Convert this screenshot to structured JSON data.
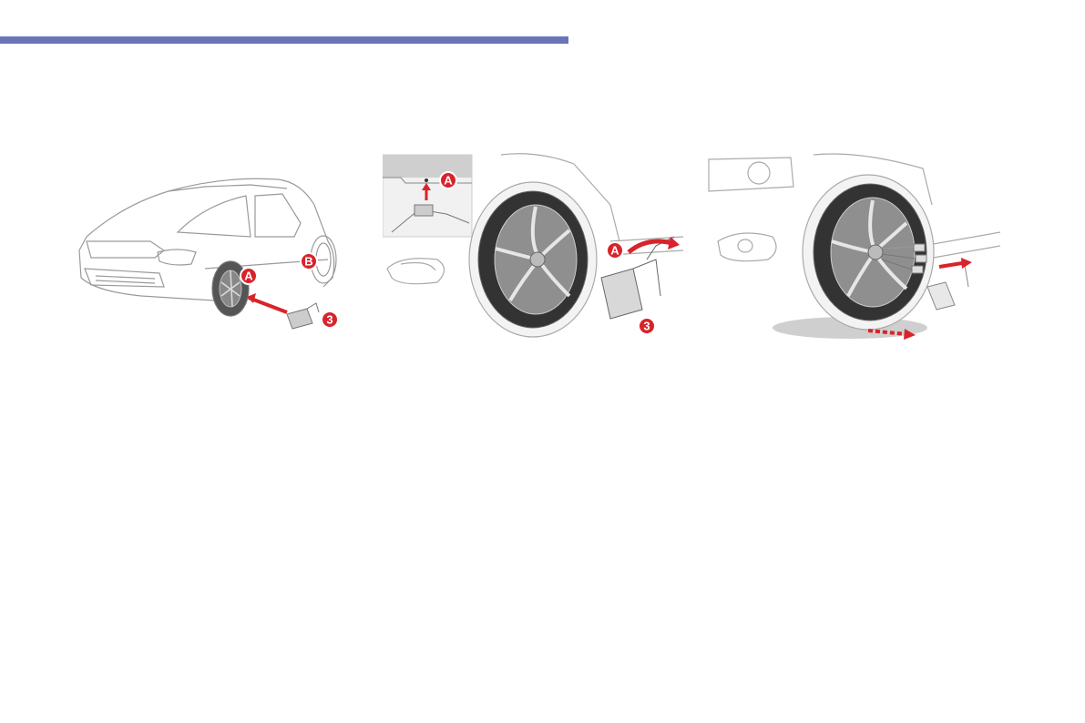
{
  "header": {
    "accent_color": "#6b74b8"
  },
  "figures": [
    {
      "name": "car-jack-position",
      "badges": [
        "A",
        "B",
        "3"
      ]
    },
    {
      "name": "jack-under-sill",
      "badges": [
        "A",
        "A",
        "3"
      ]
    },
    {
      "name": "wheel-removal",
      "badges": []
    }
  ],
  "colors": {
    "badge": "#d8232a",
    "arrow": "#d8232a",
    "line": "#9a9a9a"
  }
}
